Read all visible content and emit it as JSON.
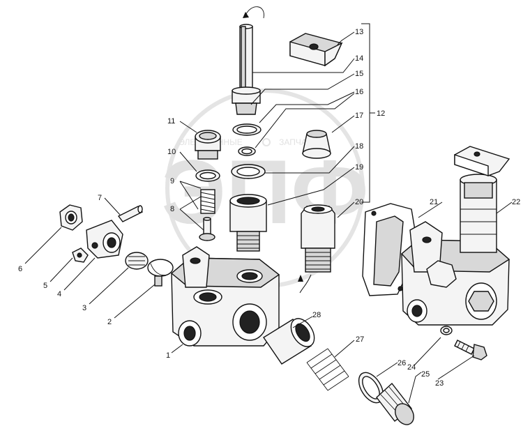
{
  "watermark": {
    "logo_letters": "ЭПФ",
    "text_left": "ЭЛЕКТРОННЫЕ",
    "text_right": "ЗАПЧАСТИ"
  },
  "callouts": {
    "c1": "1",
    "c2": "2",
    "c3": "3",
    "c4": "4",
    "c5": "5",
    "c6": "6",
    "c7": "7",
    "c8": "8",
    "c9": "9",
    "c10": "10",
    "c11": "11",
    "c12": "12",
    "c13": "13",
    "c14": "14",
    "c15": "15",
    "c16": "16",
    "c17": "17",
    "c18": "18",
    "c19": "19",
    "c20": "20",
    "c21": "21",
    "c22": "22",
    "c23": "23",
    "c24": "24",
    "c25": "25",
    "c26": "26",
    "c27": "27",
    "c28": "28"
  }
}
